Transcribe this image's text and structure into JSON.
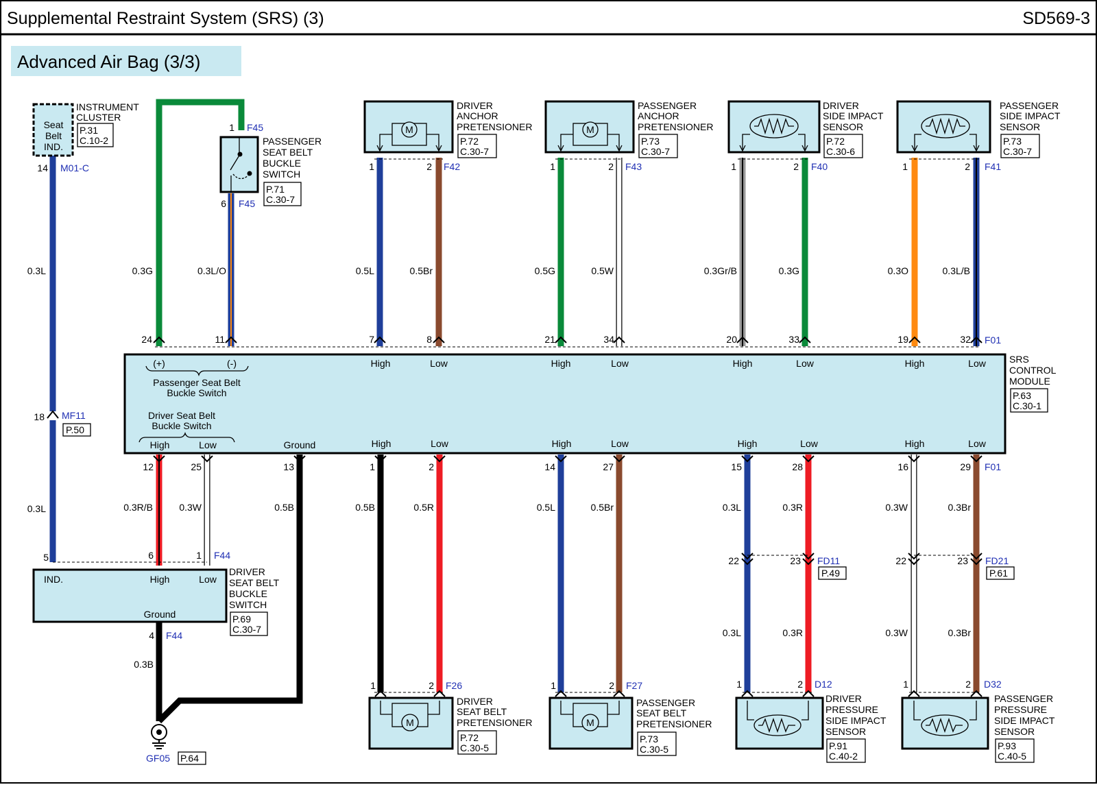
{
  "header": {
    "title": "Supplemental Restraint System (SRS) (3)",
    "code": "SD569-3"
  },
  "subtitle": "Advanced Air Bag (3/3)",
  "colors": {
    "L": "#1f3f9a",
    "G": "#0a8a3a",
    "Br": "#8a4a2e",
    "W": "#ffffff",
    "O": "#ff8a10",
    "R": "#ee1c24",
    "B": "#000000",
    "Gr": "#9a9a9a",
    "box": "#c9e9f1",
    "blue_text": "#1f2fb3"
  },
  "components": {
    "instrument_cluster": {
      "name1": "INSTRUMENT",
      "name2": "CLUSTER",
      "inner1": "Seat",
      "inner2": "Belt",
      "inner3": "IND.",
      "ref1": "P.31",
      "ref2": "C.10-2"
    },
    "pass_buckle_switch": {
      "name1": "PASSENGER",
      "name2": "SEAT BELT",
      "name3": "BUCKLE",
      "name4": "SWITCH",
      "ref1": "P.71",
      "ref2": "C.30-7"
    },
    "driver_anchor": {
      "name1": "DRIVER",
      "name2": "ANCHOR",
      "name3": "PRETENSIONER",
      "ref1": "P.72",
      "ref2": "C.30-7"
    },
    "pass_anchor": {
      "name1": "PASSENGER",
      "name2": "ANCHOR",
      "name3": "PRETENSIONER",
      "ref1": "P.73",
      "ref2": "C.30-7"
    },
    "driver_side_impact": {
      "name1": "DRIVER",
      "name2": "SIDE IMPACT",
      "name3": "SENSOR",
      "ref1": "P.72",
      "ref2": "C.30-6"
    },
    "pass_side_impact": {
      "name1": "PASSENGER",
      "name2": "SIDE IMPACT",
      "name3": "SENSOR",
      "ref1": "P.73",
      "ref2": "C.30-7"
    },
    "srs_module": {
      "name1": "SRS",
      "name2": "CONTROL",
      "name3": "MODULE",
      "ref1": "P.63",
      "ref2": "C.30-1",
      "plus": "(+)",
      "minus": "(-)",
      "pass_label1": "Passenger Seat Belt",
      "pass_label2": "Buckle Switch",
      "drv_label1": "Driver Seat Belt",
      "drv_label2": "Buckle Switch",
      "ground": "Ground",
      "high": "High",
      "low": "Low"
    },
    "driver_buckle_switch": {
      "name1": "DRIVER",
      "name2": "SEAT BELT",
      "name3": "BUCKLE",
      "name4": "SWITCH",
      "ref1": "P.69",
      "ref2": "C.30-7",
      "ind": "IND.",
      "high": "High",
      "low": "Low",
      "ground": "Ground"
    },
    "driver_seatbelt_pret": {
      "name1": "DRIVER",
      "name2": "SEAT BELT",
      "name3": "PRETENSIONER",
      "ref1": "P.72",
      "ref2": "C.30-5"
    },
    "pass_seatbelt_pret": {
      "name1": "PASSENGER",
      "name2": "SEAT BELT",
      "name3": "PRETENSIONER",
      "ref1": "P.73",
      "ref2": "C.30-5"
    },
    "driver_pressure": {
      "name1": "DRIVER",
      "name2": "PRESSURE",
      "name3": "SIDE IMPACT",
      "name4": "SENSOR",
      "ref1": "P.91",
      "ref2": "C.40-2"
    },
    "pass_pressure": {
      "name1": "PASSENGER",
      "name2": "PRESSURE",
      "name3": "SIDE IMPACT",
      "name4": "SENSOR",
      "ref1": "P.93",
      "ref2": "C.40-5"
    },
    "ground_point": {
      "name": "GF05",
      "ref": "P.64"
    }
  },
  "connectors": {
    "m01c": "M01-C",
    "f45": "F45",
    "f42": "F42",
    "f43": "F43",
    "f40": "F40",
    "f41": "F41",
    "f01": "F01",
    "mf11": "MF11",
    "mf11_ref": "P.50",
    "f44": "F44",
    "f26": "F26",
    "f27": "F27",
    "d12": "D12",
    "d32": "D32",
    "fd11": "FD11",
    "fd11_ref": "P.49",
    "fd21": "FD21",
    "fd21_ref": "P.61"
  },
  "motor_symbol": "M",
  "top_wires": [
    {
      "id": "ic",
      "spec": "0.3L",
      "pin_top": "14",
      "pin_bottom": "18",
      "color": "L"
    },
    {
      "id": "g24",
      "spec": "0.3G",
      "pin_bottom": "24",
      "color": "G"
    },
    {
      "id": "lo",
      "spec": "0.3L/O",
      "pin_top": "6",
      "pin_bottom": "11",
      "color": "L",
      "stripe": "O"
    },
    {
      "id": "w1",
      "spec": "0.5L",
      "pin_top": "1",
      "pin_bottom": "7",
      "color": "L"
    },
    {
      "id": "w2",
      "spec": "0.5Br",
      "pin_top": "2",
      "pin_bottom": "8",
      "color": "Br"
    },
    {
      "id": "w3",
      "spec": "0.5G",
      "pin_top": "1",
      "pin_bottom": "21",
      "color": "G"
    },
    {
      "id": "w4",
      "spec": "0.5W",
      "pin_top": "2",
      "pin_bottom": "34",
      "color": "W"
    },
    {
      "id": "w5",
      "spec": "0.3Gr/B",
      "pin_top": "1",
      "pin_bottom": "20",
      "color": "Gr"
    },
    {
      "id": "w6",
      "spec": "0.3G",
      "pin_top": "2",
      "pin_bottom": "33",
      "color": "G"
    },
    {
      "id": "w7",
      "spec": "0.3O",
      "pin_top": "1",
      "pin_bottom": "19",
      "color": "O"
    },
    {
      "id": "w8",
      "spec": "0.3L/B",
      "pin_top": "2",
      "pin_bottom": "32",
      "color": "L"
    }
  ],
  "pin_f45_top": "1",
  "bottom_wires": [
    {
      "id": "ic2",
      "spec": "0.3L",
      "pin_bottom": "5",
      "color": "L"
    },
    {
      "id": "rb",
      "spec": "0.3R/B",
      "pin_top": "12",
      "pin_bottom": "6",
      "color": "R"
    },
    {
      "id": "ww",
      "spec": "0.3W",
      "pin_top": "25",
      "pin_bottom": "1",
      "color": "W"
    },
    {
      "id": "gnd",
      "spec": "0.5B",
      "pin_top": "13",
      "color": "B"
    },
    {
      "id": "b1",
      "spec": "0.5B",
      "pin_top": "1",
      "pin_bottom": "1",
      "color": "B"
    },
    {
      "id": "b2",
      "spec": "0.5R",
      "pin_top": "2",
      "pin_bottom": "2",
      "color": "R"
    },
    {
      "id": "b3",
      "spec": "0.5L",
      "pin_top": "14",
      "pin_bottom": "1",
      "color": "L"
    },
    {
      "id": "b4",
      "spec": "0.5Br",
      "pin_top": "27",
      "pin_bottom": "2",
      "color": "Br"
    },
    {
      "id": "b5",
      "spec": "0.3L",
      "spec2": "0.3L",
      "pin_top": "15",
      "pin_mid": "22",
      "pin_bottom": "1",
      "color": "L"
    },
    {
      "id": "b6",
      "spec": "0.3R",
      "spec2": "0.3R",
      "pin_top": "28",
      "pin_mid": "23",
      "pin_bottom": "2",
      "color": "R"
    },
    {
      "id": "b7",
      "spec": "0.3W",
      "spec2": "0.3W",
      "pin_top": "16",
      "pin_mid": "22",
      "pin_bottom": "1",
      "color": "W"
    },
    {
      "id": "b8",
      "spec": "0.3Br",
      "spec2": "0.3Br",
      "pin_top": "29",
      "pin_mid": "23",
      "pin_bottom": "2",
      "color": "Br"
    }
  ],
  "drv_ground_pin": "4",
  "drv_ground_spec": "0.3B"
}
